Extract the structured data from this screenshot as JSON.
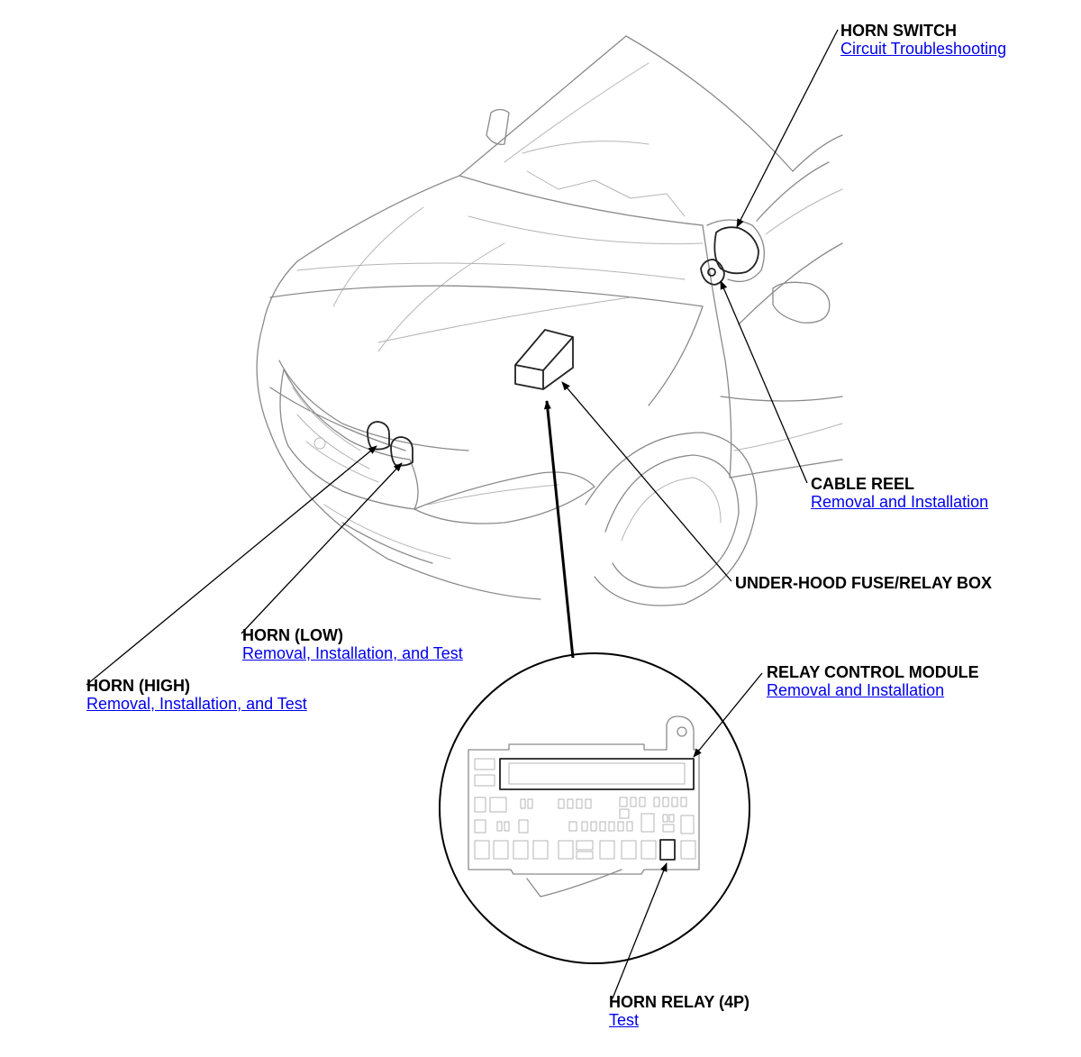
{
  "callouts": {
    "horn_switch": {
      "title": "HORN SWITCH",
      "link": "Circuit Troubleshooting"
    },
    "cable_reel": {
      "title": "CABLE REEL",
      "link": "Removal and Installation"
    },
    "under_hood_box": {
      "title": "UNDER-HOOD FUSE/RELAY BOX"
    },
    "horn_low": {
      "title": "HORN (LOW)",
      "link": "Removal, Installation, and Test"
    },
    "horn_high": {
      "title": "HORN (HIGH)",
      "link": "Removal, Installation, and Test"
    },
    "relay_control_module": {
      "title": "RELAY CONTROL MODULE",
      "link": "Removal and Installation"
    },
    "horn_relay": {
      "title": "HORN RELAY (4P)",
      "link": "Test"
    }
  },
  "colors": {
    "link": "#0000ee",
    "text": "#000000",
    "drawing": "#8a8a8a"
  }
}
